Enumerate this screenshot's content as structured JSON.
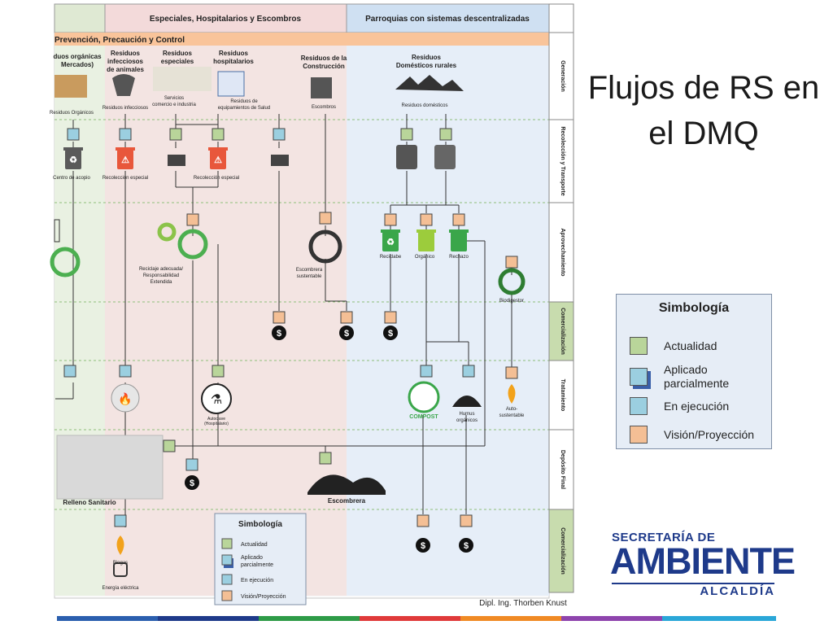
{
  "slide": {
    "title_line1": "Flujos de RS en",
    "title_line2": "el DMQ",
    "author": "Dipl. Ing. Thorben Knust"
  },
  "legend": {
    "title": "Simbología",
    "items": [
      {
        "label_lines": [
          "Actualidad"
        ],
        "color": "#b9d59a",
        "partial": false
      },
      {
        "label_lines": [
          "Aplicado",
          "parcialmente"
        ],
        "color": "#9bcfe0",
        "partial": true
      },
      {
        "label_lines": [
          "En ejecución"
        ],
        "color": "#9bcfe0",
        "partial": false
      },
      {
        "label_lines": [
          "Visión/Proyección"
        ],
        "color": "#f4bf95",
        "partial": false
      }
    ]
  },
  "colors": {
    "actualidad": "#b9d59a",
    "ejecucion": "#9bcfe0",
    "vision": "#f4bf95",
    "band_left": "#f3e4e2",
    "band_right": "#e6eef8",
    "band_green": "#e9f1e2",
    "header_left": "#f3dada",
    "header_right": "#cfe0f2",
    "prevencion": "#f9c49a"
  },
  "diagram": {
    "header_left": "Especiales, Hospitalarios y Escombros",
    "header_right": "Parroquias con sistemas descentralizadas",
    "prevencion": "Prevención, Precaución y Control",
    "stages": [
      {
        "label": "Generación",
        "highlight": false
      },
      {
        "label": "Recolección y Transporte",
        "highlight": false
      },
      {
        "label": "Aprovechamiento",
        "highlight": false
      },
      {
        "label": "Comercialización",
        "highlight": true
      },
      {
        "label": "Tratamiento",
        "highlight": false
      },
      {
        "label": "Depósito Final",
        "highlight": false
      },
      {
        "label": "Comercialización",
        "highlight": true
      }
    ],
    "sources": [
      {
        "lines": [
          "duos orgánicas",
          "Mercados)"
        ]
      },
      {
        "lines": [
          "Residuos",
          "infecciosos",
          "de animales"
        ]
      },
      {
        "lines": [
          "Residuos",
          "especiales"
        ]
      },
      {
        "lines": [
          "Residuos",
          "hospitalarios"
        ]
      },
      {
        "lines": [
          "Residuos de la",
          "Construcción"
        ]
      },
      {
        "lines": [
          "Residuos",
          "Domésticos rurales"
        ]
      }
    ],
    "captions": {
      "organicos": "Residuos Orgánicos",
      "infecciosos": "Residuos infecciosos",
      "servicios": [
        "Servicios",
        "comercio e industria"
      ],
      "equipamientos": [
        "Residuos de",
        "equipamientos de Salud"
      ],
      "escombros": "Escombros",
      "domesticos": "Residuos domésticos",
      "acopio": "Centro de acopio",
      "recoleccion_especial_1": "Recolección especial",
      "recoleccion_especial_2": "Recolección especial",
      "reciclaje": [
        "Reciclaje adecuada/",
        "Responsabilidad",
        "Extendida"
      ],
      "escombrera_sustentable": [
        "Escombrera",
        "sustentable"
      ],
      "reciclable": "Reciclabe",
      "organico": "Orgánico",
      "rechazo": "Rechazo",
      "biodigestor": "Biodigestor",
      "autoclave": [
        "Autoclave",
        "(Hospitalario)"
      ],
      "compost": "COMPOST",
      "humus": [
        "Humus",
        "orgánicos"
      ],
      "autosustentable": [
        "Auto-",
        "sustentable"
      ],
      "relleno": "Relleno Sanitario",
      "escombrera": "Escombrera",
      "biogas": "Biogas",
      "energia": "Energía eléctrica"
    }
  }
}
